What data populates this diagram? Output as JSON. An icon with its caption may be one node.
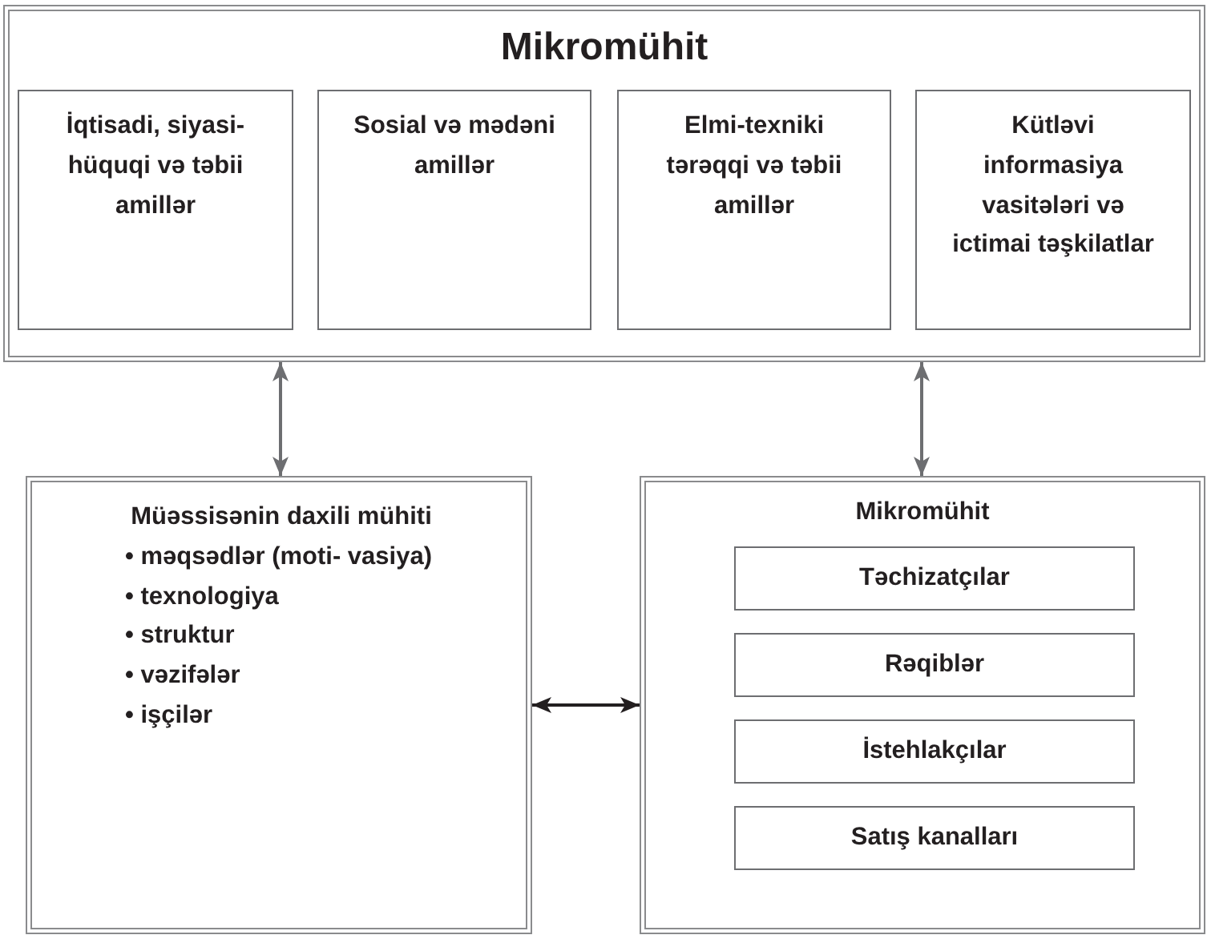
{
  "diagram": {
    "nodes": [
      {
        "text": [
          "Mikromühit"
        ]
      },
      {
        "text": [
          "İqtisadi, siyasi-hüquqi və təbii amillər"
        ],
        "in": 0
      },
      {
        "text": [
          "Sosial və mədəni amillər"
        ],
        "in": 0
      },
      {
        "text": [
          "Elmi-texniki tərəqqi və təbii amillər"
        ],
        "in": 0
      },
      {
        "text": [
          "Kütləvi informasiya vasitələri və ictimai təşkilatlar"
        ],
        "in": 0
      },
      {
        "text": [
          "Müəssisənin daxili mühiti",
          "• məqsədlər (moti- vasiya)",
          "• texnologiya",
          "• struktur",
          "• vəzifələr",
          "• işçilər"
        ]
      },
      {
        "text": [
          "Mikromühit"
        ]
      },
      {
        "text": [
          "Təchizatçılar"
        ],
        "in": 6
      },
      {
        "text": [
          "Rəqiblər"
        ],
        "in": 6
      },
      {
        "text": [
          "İstehlakçılar"
        ],
        "in": 6
      },
      {
        "text": [
          "Satış kanalları"
        ],
        "in": 6
      }
    ],
    "edges": [
      {
        "from": 0,
        "to": 5,
        "arrow": "both"
      },
      {
        "from": 0,
        "to": 6,
        "arrow": "both"
      },
      {
        "from": 5,
        "to": 6,
        "arrow": "both",
        "color": "#231f20"
      }
    ]
  }
}
